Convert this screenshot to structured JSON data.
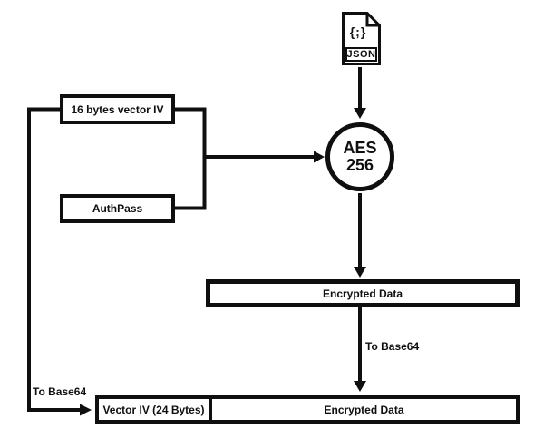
{
  "colors": {
    "ink": "#0f0f0f",
    "background": "#ffffff"
  },
  "json_file": {
    "glyph": "{;}",
    "label": "JSON"
  },
  "aes": {
    "line1": "AES",
    "line2": "256"
  },
  "boxes": {
    "iv_input": "16 bytes vector IV",
    "authpass": "AuthPass",
    "encrypted": "Encrypted Data",
    "output_iv": "Vector IV (24 Bytes)",
    "output_encrypted": "Encrypted Data"
  },
  "labels": {
    "to_base64_encrypted": "To Base64",
    "to_base64_iv": "To Base64"
  }
}
